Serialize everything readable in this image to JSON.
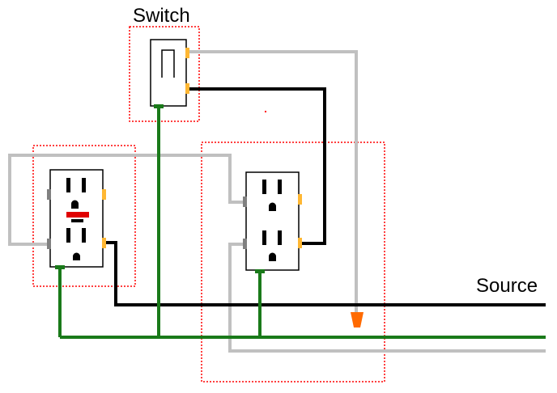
{
  "labels": {
    "switch": "Switch",
    "source": "Source"
  },
  "colors": {
    "hot_wire": "#000000",
    "neutral_wire": "#c0c0c0",
    "ground_wire": "#1a7a1a",
    "box_outline": "#ff0000",
    "terminal_brass": "#ffb733",
    "terminal_silver": "#808080",
    "wire_nut": "#ff6a00",
    "gfci_test_button": "#e00000"
  },
  "components": [
    {
      "name": "switch",
      "kind": "single-pole switch"
    },
    {
      "name": "gfci-outlet",
      "kind": "GFCI receptacle"
    },
    {
      "name": "duplex-outlet",
      "kind": "duplex receptacle"
    }
  ]
}
